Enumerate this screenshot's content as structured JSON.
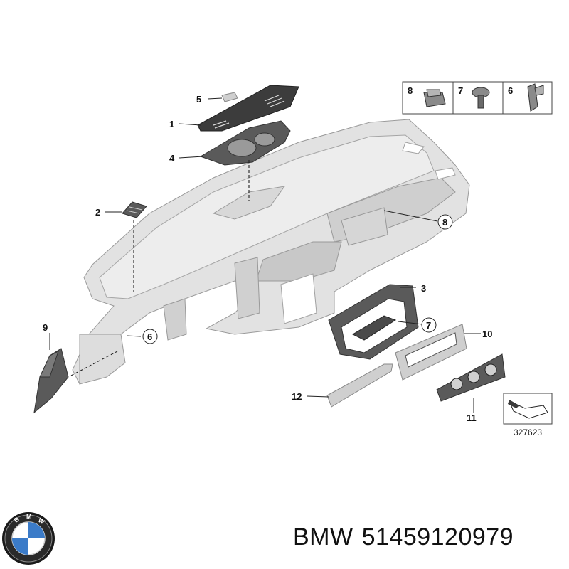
{
  "callouts": {
    "c1": "1",
    "c2": "2",
    "c3": "3",
    "c4": "4",
    "c5": "5",
    "c6": "6",
    "c7": "7",
    "c8": "8",
    "c9": "9",
    "c10": "10",
    "c11": "11",
    "c12": "12"
  },
  "legend_box": {
    "item_a": "8",
    "item_b": "7",
    "item_c": "6"
  },
  "reference_number": "327623",
  "footer": {
    "brand": "BMW",
    "part_number": "51459120979"
  },
  "logo": {
    "letters": "BMW"
  }
}
